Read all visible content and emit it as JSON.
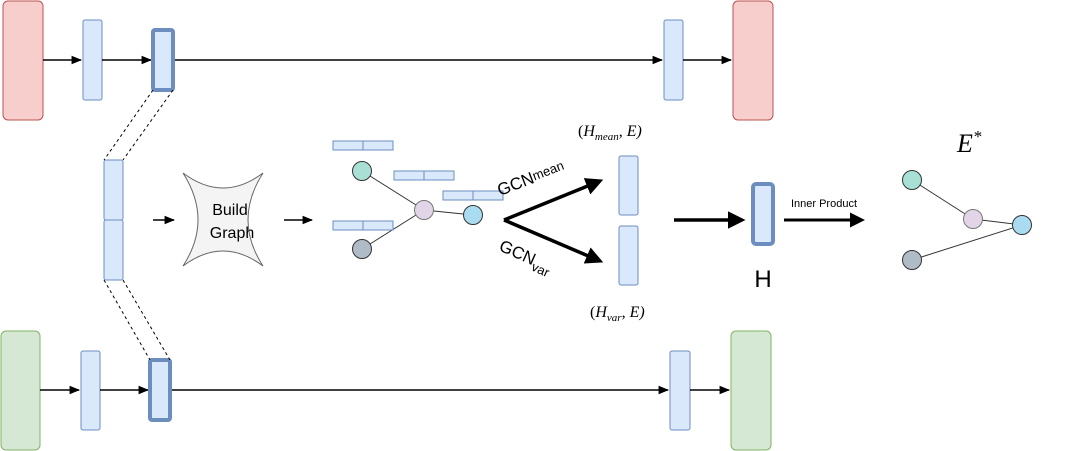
{
  "labels": {
    "build_graph_line1": "Build",
    "build_graph_line2": "Graph",
    "gcn_mean_base": "GCN",
    "gcn_mean_sub": "mean",
    "gcn_var_base": "GCN",
    "gcn_var_sub": "var",
    "h_mean_open": "(",
    "h_mean_H": "H",
    "h_mean_sub": "mean",
    "h_mean_rest": ", E)",
    "h_var_open": "(",
    "h_var_H": "H",
    "h_var_sub": "var",
    "h_var_rest": ", E)",
    "h_label": "H",
    "inner_product": "Inner Product",
    "e_star_base": "E",
    "e_star_sup": "*"
  },
  "colors": {
    "red_fill": "#f8cecc",
    "red_stroke": "#b85450",
    "green_fill": "#d5e8d4",
    "green_stroke": "#82b366",
    "blue_fill": "#dae8fc",
    "blue_stroke": "#6c8ebf",
    "teal_node": "#a9e0d6",
    "cyan_node": "#a9dcf0",
    "purple_node": "#e1d5e7",
    "gray_node": "#b0bbc8"
  }
}
